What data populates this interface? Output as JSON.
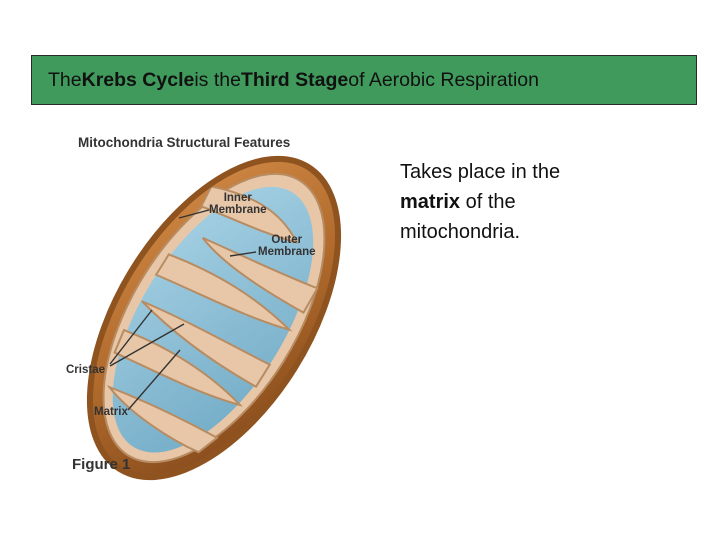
{
  "banner": {
    "part1": "The ",
    "bold1": "Krebs Cycle",
    "part2": " is the ",
    "bold2": "Third Stage",
    "part3": " of Aerobic Respiration"
  },
  "body": {
    "line1": "Takes place in the",
    "bold": "matrix",
    "line2_rest": " of the",
    "line3": "mitochondria."
  },
  "figure": {
    "title": "Mitochondria Structural Features",
    "labels": {
      "inner_1": "Inner",
      "inner_2": "Membrane",
      "outer_1": "Outer",
      "outer_2": "Membrane",
      "cristae": "Cristae",
      "matrix": "Matrix"
    },
    "caption": "Figure 1"
  },
  "colors": {
    "banner_bg": "#3f9a5c",
    "outer_membrane": "#b06a2c",
    "matrix": "#8fc3da",
    "inner_membrane": "#e7c7a8"
  }
}
